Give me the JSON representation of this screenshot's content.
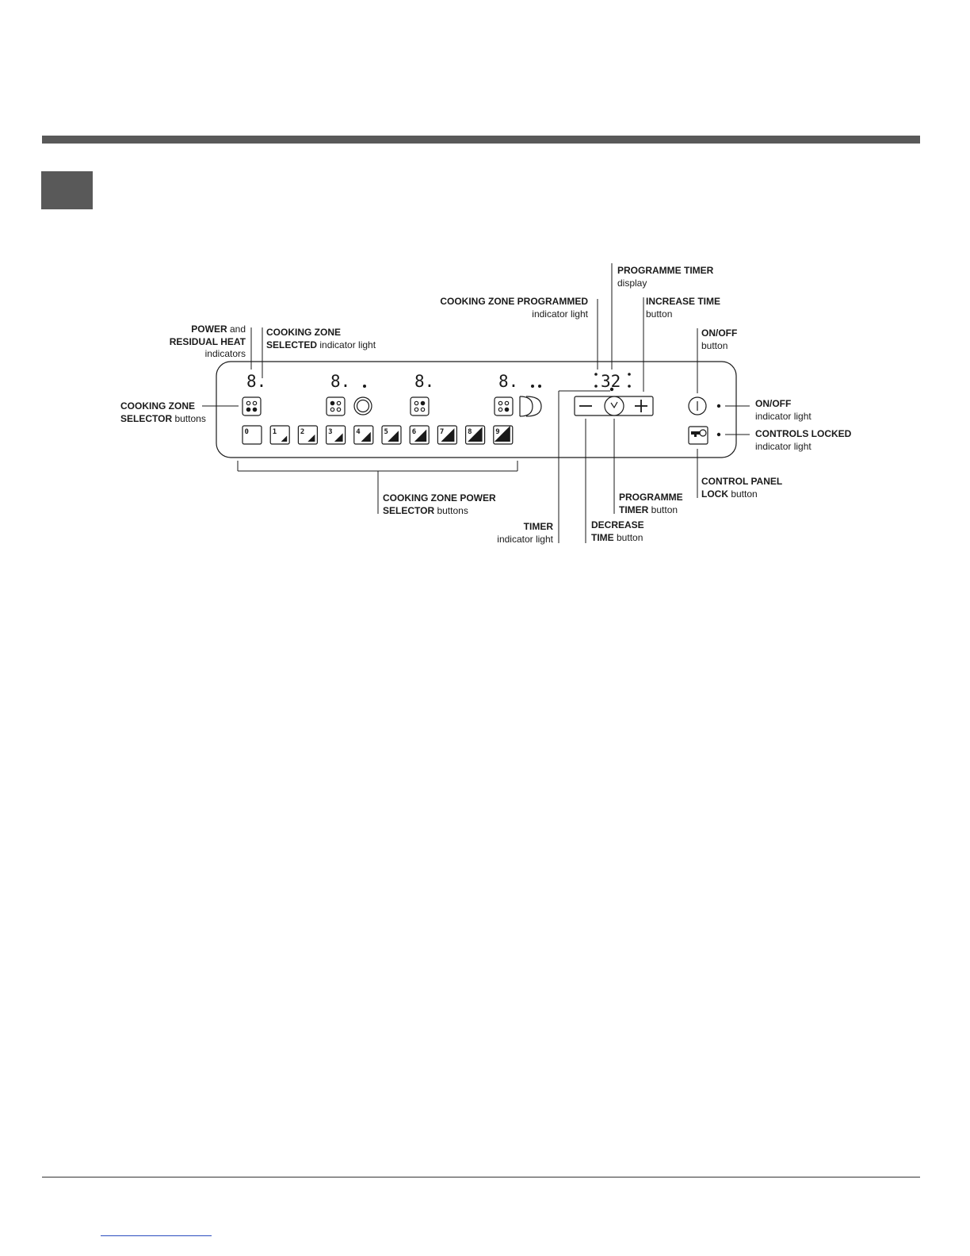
{
  "panel": {
    "zone_digits": [
      "8.",
      "8.",
      "8.",
      "8."
    ],
    "timer_digits": "32",
    "power_levels": [
      "0",
      "1",
      "2",
      "3",
      "4",
      "5",
      "6",
      "7",
      "8",
      "9"
    ]
  },
  "labels": {
    "power_residual": {
      "b1": "POWER",
      "t1": " and",
      "b2": "RESIDUAL HEAT",
      "t3": "indicators"
    },
    "zone_selected": {
      "b1": "COOKING ZONE",
      "b2": "SELECTED",
      "t2": " indicator light"
    },
    "zone_programmed": {
      "b1": "COOKING ZONE PROGRAMMED",
      "t2": "indicator light"
    },
    "programme_display": {
      "b1": "PROGRAMME TIMER",
      "t2": "display"
    },
    "increase_time": {
      "b1": "INCREASE TIME",
      "t2": "button"
    },
    "onoff_button": {
      "b1": "ON/OFF",
      "t2": "button"
    },
    "onoff_light": {
      "b1": "ON/OFF",
      "t2": "indicator light"
    },
    "controls_locked": {
      "b1": "CONTROLS LOCKED",
      "t2": "indicator light"
    },
    "zone_selector": {
      "b1": "COOKING ZONE",
      "b2": "SELECTOR",
      "t2": " buttons"
    },
    "power_selector": {
      "b1": "COOKING ZONE POWER",
      "b2": "SELECTOR",
      "t2": " buttons"
    },
    "timer_light": {
      "b1": "TIMER",
      "t2": "indicator  light"
    },
    "decrease_time": {
      "b1": "DECREASE",
      "b2": "TIME",
      "t2": " button"
    },
    "programme_button": {
      "b1": "PROGRAMME",
      "b2": "TIMER",
      "t2": "  button"
    },
    "lock_button": {
      "b1": "CONTROL PANEL",
      "b2": "LOCK",
      "t2": " button"
    }
  },
  "icons": [
    "hob-zone-icon",
    "dual-ring-icon",
    "oval-zone-icon",
    "minus-icon",
    "clock-icon",
    "plus-icon",
    "power-icon",
    "key-lock-icon"
  ]
}
